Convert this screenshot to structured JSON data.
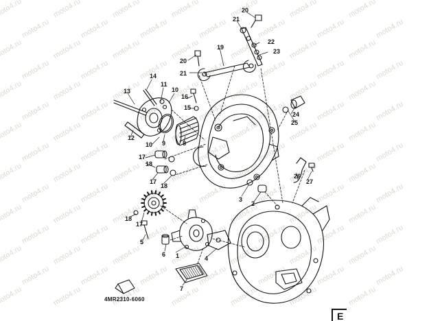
{
  "diagram": {
    "drawing_code": "4MR2310-6060",
    "corner_letter": "E",
    "watermark_text": "moto4.ru",
    "callouts": [
      "20",
      "21",
      "22",
      "23",
      "19",
      "20",
      "21",
      "14",
      "11",
      "13",
      "10",
      "16",
      "15",
      "9",
      "8",
      "12",
      "10",
      "24",
      "25",
      "17",
      "18",
      "17",
      "18",
      "26",
      "27",
      "3",
      "2",
      "18",
      "17",
      "5",
      "1",
      "6",
      "4",
      "7"
    ]
  },
  "colors": {
    "ink": "#111111",
    "watermark": "#ded9cf",
    "background": "#ffffff"
  }
}
